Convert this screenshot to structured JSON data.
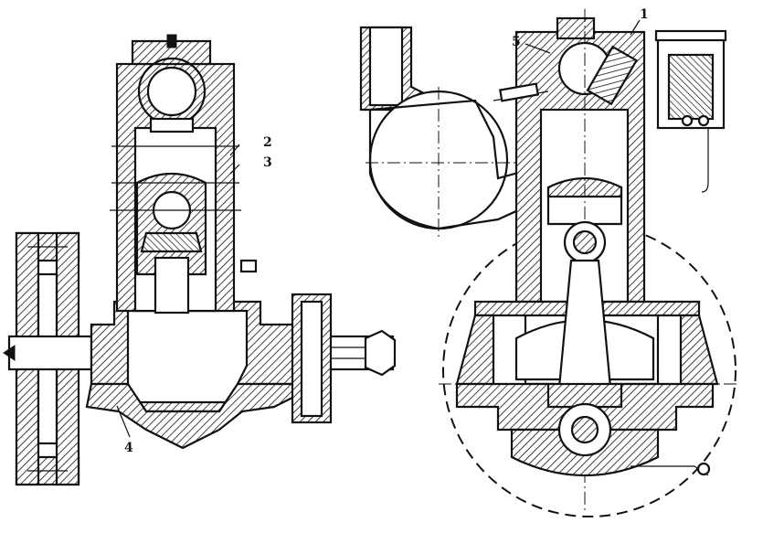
{
  "callouts": [
    {
      "id": "1",
      "text": "1"
    },
    {
      "id": "2",
      "text": "2"
    },
    {
      "id": "3",
      "text": "3"
    },
    {
      "id": "4",
      "text": "4"
    },
    {
      "id": "5",
      "text": "5"
    }
  ],
  "colors": {
    "ink": "#111111",
    "paper": "#ffffff"
  },
  "views": {
    "left": "engine-cross-section-side",
    "right": "engine-cross-section-front"
  }
}
